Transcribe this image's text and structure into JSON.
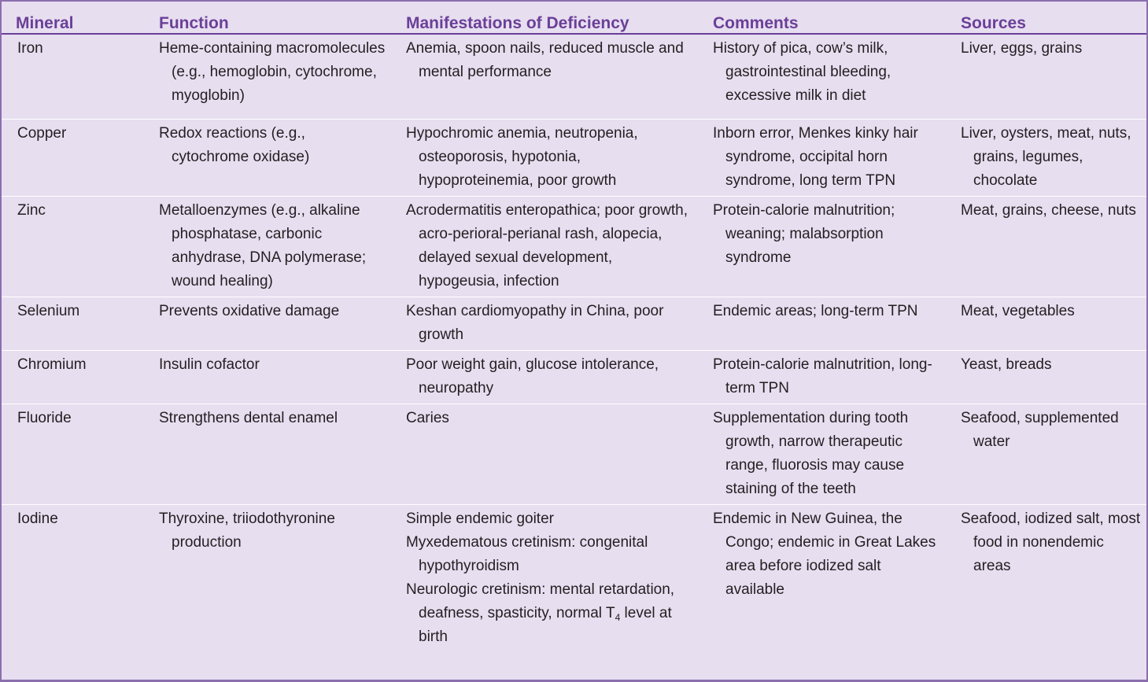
{
  "table": {
    "headers": [
      "Mineral",
      "Function",
      "Manifestations of Deficiency",
      "Comments",
      "Sources"
    ],
    "rows": [
      {
        "mineral": "Iron",
        "function": "Heme-containing macromolecules (e.g., hemoglobin, cytochrome, myoglobin)",
        "manifestations": [
          "Anemia, spoon nails, reduced muscle and mental performance"
        ],
        "comments": "History of pica, cow’s milk, gastrointestinal bleeding, excessive milk in diet",
        "sources": "Liver, eggs, grains"
      },
      {
        "mineral": "Copper",
        "function": "Redox reactions (e.g., cytochrome oxidase)",
        "manifestations": [
          "Hypochromic anemia, neutropenia, osteoporosis, hypotonia, hypoproteinemia, poor growth"
        ],
        "comments": "Inborn error, Menkes kinky hair syndrome, occipital horn syndrome, long term TPN",
        "sources": "Liver, oysters, meat, nuts, grains, legumes, chocolate"
      },
      {
        "mineral": "Zinc",
        "function": "Metalloenzymes (e.g., alkaline phosphatase, carbonic anhydrase, DNA polymerase; wound healing)",
        "manifestations": [
          "Acrodermatitis enteropathica; poor growth, acro-perioral-perianal rash, alopecia, delayed sexual development, hypogeusia, infection"
        ],
        "comments": "Protein-calorie malnutrition; weaning; malabsorption syndrome",
        "sources": "Meat, grains, cheese, nuts"
      },
      {
        "mineral": "Selenium",
        "function": "Prevents oxidative damage",
        "manifestations": [
          "Keshan cardiomyopathy in China, poor growth"
        ],
        "comments": "Endemic areas; long-term TPN",
        "sources": "Meat, vegetables"
      },
      {
        "mineral": "Chromium",
        "function": "Insulin cofactor",
        "manifestations": [
          "Poor weight gain, glucose intolerance, neuropathy"
        ],
        "comments": "Protein-calorie malnutrition, long-term TPN",
        "sources": "Yeast, breads"
      },
      {
        "mineral": "Fluoride",
        "function": "Strengthens dental enamel",
        "manifestations": [
          "Caries"
        ],
        "comments": "Supplementation during tooth growth, narrow therapeutic range, fluorosis may cause staining of the teeth",
        "sources": "Seafood, supplemented water"
      },
      {
        "mineral": "Iodine",
        "function": "Thyroxine, triiodothyronine production",
        "manifestations": [
          "Simple endemic goiter",
          "Myxedematous cretinism: congenital hypothyroidism"
        ],
        "manifestations_last": {
          "before": "Neurologic cretinism: mental retardation, deafness, spasticity, normal T",
          "sub": "4",
          "after": " level at birth"
        },
        "comments": "Endemic in New Guinea, the Congo; endemic in Great Lakes area before iodized salt available",
        "sources": "Seafood, iodized salt, most food in nonendemic areas"
      }
    ]
  }
}
